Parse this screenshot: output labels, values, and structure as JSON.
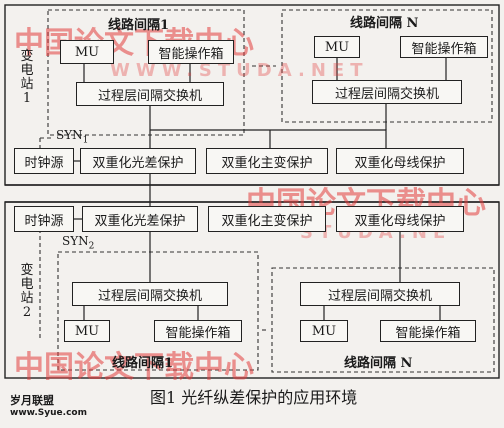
{
  "substation1": {
    "label": "变电站1",
    "bay1": {
      "title": "线路间隔1",
      "mu": "MU",
      "smart_box": "智能操作箱"
    },
    "bayN": {
      "title": "线路间隔 N",
      "mu": "MU",
      "smart_box": "智能操作箱",
      "switch": "过程层间隔交换机"
    },
    "switch": "过程层间隔交换机",
    "syn": "SYN",
    "syn_sub": "1",
    "clock": "时钟源",
    "prot_diff": "双重化光差保护",
    "prot_transformer": "双重化主变保护",
    "prot_busbar": "双重化母线保护"
  },
  "substation2": {
    "label": "变电站2",
    "clock": "时钟源",
    "prot_diff": "双重化光差保护",
    "prot_transformer": "双重化主变保护",
    "prot_busbar": "双重化母线保护",
    "syn": "SYN",
    "syn_sub": "2",
    "switch": "过程层间隔交换机",
    "bay1": {
      "title": "线路间隔1",
      "mu": "MU",
      "smart_box": "智能操作箱"
    },
    "bayN": {
      "title": "线路间隔 N",
      "mu": "MU",
      "smart_box": "智能操作箱",
      "switch": "过程层间隔交换机"
    }
  },
  "caption": "图1  光纤纵差保护的应用环境",
  "watermark": {
    "text": "中国论文下载中心",
    "url": "WWW.STUDA.NET",
    "url2": "STUDA.NE"
  },
  "logo": {
    "line1": "岁月联盟",
    "line2": "www.Syue.com"
  }
}
